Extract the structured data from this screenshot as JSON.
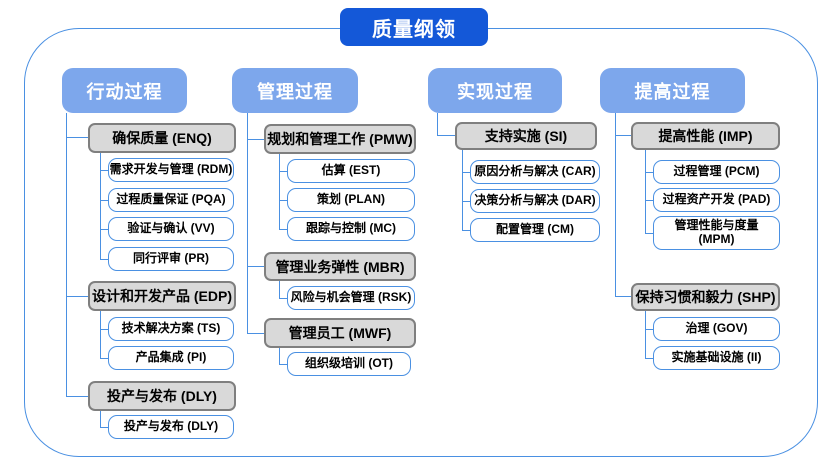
{
  "title": "质量纲领",
  "colors": {
    "title_bg": "#1458d8",
    "header_bg": "#7da7ec",
    "group_fill": "#d9d9d9",
    "group_border": "#7f7f7f",
    "leaf_border": "#4a90e2",
    "connector": "#4a90e2",
    "frame_border": "#4a90e2",
    "header_text": "#ffffff",
    "node_text": "#000000"
  },
  "columns": [
    {
      "header": "行动过程",
      "groups": [
        {
          "label": "确保质量 (ENQ)",
          "children": [
            "需求开发与管理 (RDM)",
            "过程质量保证 (PQA)",
            "验证与确认 (VV)",
            "同行评审 (PR)"
          ]
        },
        {
          "label": "设计和开发产品 (EDP)",
          "children": [
            "技术解决方案 (TS)",
            "产品集成 (PI)"
          ]
        },
        {
          "label": "投产与发布 (DLY)",
          "children": [
            "投产与发布 (DLY)"
          ]
        }
      ]
    },
    {
      "header": "管理过程",
      "groups": [
        {
          "label": "规划和管理工作 (PMW)",
          "children": [
            "估算 (EST)",
            "策划 (PLAN)",
            "跟踪与控制 (MC)"
          ]
        },
        {
          "label": "管理业务弹性 (MBR)",
          "children": [
            "风险与机会管理 (RSK)"
          ]
        },
        {
          "label": "管理员工 (MWF)",
          "children": [
            "组织级培训 (OT)"
          ]
        }
      ]
    },
    {
      "header": "实现过程",
      "groups": [
        {
          "label": "支持实施 (SI)",
          "children": [
            "原因分析与解决 (CAR)",
            "决策分析与解决 (DAR)",
            "配置管理 (CM)"
          ]
        }
      ]
    },
    {
      "header": "提高过程",
      "groups": [
        {
          "label": "提高性能 (IMP)",
          "children": [
            "过程管理 (PCM)",
            "过程资产开发 (PAD)",
            "管理性能与度量 (MPM)"
          ]
        },
        {
          "label": "保持习惯和毅力 (SHP)",
          "children": [
            "治理 (GOV)",
            "实施基础设施 (II)"
          ]
        }
      ]
    }
  ]
}
